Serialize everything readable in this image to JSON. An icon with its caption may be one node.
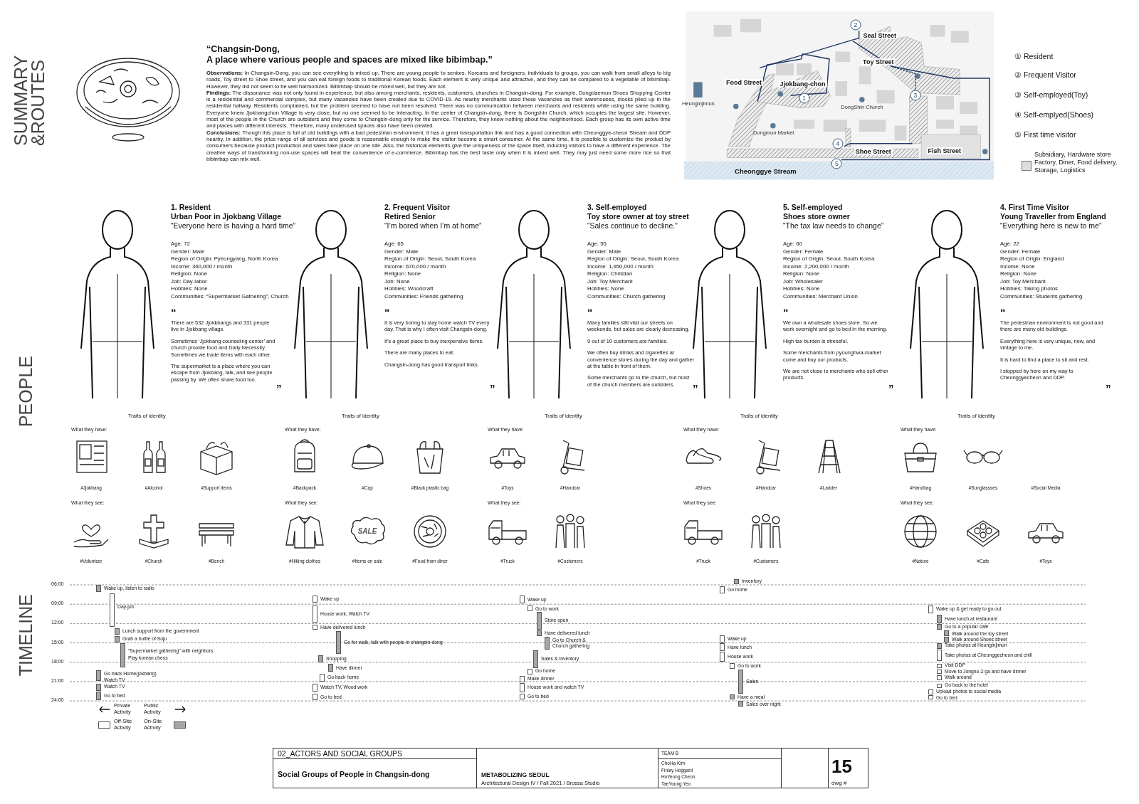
{
  "diagram": {
    "labels": [
      "SUMMARY &ROUTES",
      "“Changsin-Dong,",
      "A place where various people and spaces are mixed like bibimbap.”",
      "**Observations:** In Changsin-Dong, you can see everything is mixed up. There are young people to seniors, Koreans and foreigners, individuals to groups, you can walk from small alleys to big roads, Toy street to Shoe street, and you can eat foreign foods to traditional Korean foods. Each element is very unique and attractive, and they can be compared to a vegetable of bibimbap. However, they did not seem to be well harmonized. Bibimbap should be mixed well, but they are not.",
      "**Findings:** The dissonance was not only found in experience, but also among merchants, residents, customers, churches in Changsin-dong. For example, Dongdaemun Shoes Shopping Center is a residential and commercial complex, but many vacancies have been created due to COVID-19. As nearby merchants used these vacancies as their warehouses, stocks piled up in the residential hallway. Residents complained, but the problem seemed to have not been resolved. There was no communication between merchants and residents while using the same building. Everyone knew Jjokbangchon Village is very close, but no one seemed to be interacting. In the center of Changsin-dong, there is Dongshin Church, which occupies the largest site. However, most of the people in the Church are outsiders and they come to Changsin-dong only for the service. Therefore, they knew nothing about the neighborhood. Each group has its own active time and places with different interests. Therefore, many underused spaces also have been created.",
      "**Conclusions:** Though this place is full of old buildings with a bad pedestrian environment, it has a great transportation link and has a good connection with Cheonggye-cheon Stream and DDP nearby. In addition, the price range of all services and goods is reasonable enough to make the visitor become a smart consumer. At the same time, it is possible to customize the product by consumers because product production and sales take place on one site. Also, the historical elements give the uniqueness of the space itself, inducing visitors to have a different experience. The creative ways of transforming non-use spaces will beat the convenience of e-commerce. Bibimbap has the best taste only when it is mixed well. They may just need some more rice so that bibimbap can mix well.",
      "2",
      "Seal Street",
      "Toy Street",
      "Food Street",
      "Jjokbang-chon",
      "1",
      "Heunginjimun",
      "DongShin Church",
      "3",
      "Dongmun Market",
      "4",
      "Shoe Street",
      "Fish Street",
      "5",
      "Cheonggye Stream",
      "① Resident",
      "② Frequent Visitor",
      "③ Self-employed(Toy)",
      "④ Self-emplyed(Shoes)",
      "⑤ First time visitor",
      "PEOPLE",
      "1. Resident",
      "Urban Poor in Jjokbang Village",
      "“Everyone here is having a hard time”",
      "Age: 72",
      "Gender: Male",
      "Region of Origin: Pyeongyang, North Korea",
      "Income: 360,000 / month",
      "Religion: None",
      "Job: Day-labor",
      "Hobbies: None",
      "Communities: “Supermarket Gathering”, Church",
      "“",
      "There are 532 Jjokkbangs and 331 people live in Jjokbang village.",
      "Sometimes ‘Jjokbang counseling center’ and church provide food and Daily Necessity. Sometimes we trade items with each other.",
      "The supermarket is a place where you can escape from Jjokbang, talk, and see people passing by. We often share food too.",
      "”",
      "2. Frequent Visitor",
      "Retired Senior",
      "“I’m bored when I’m at home”",
      "Age: 65",
      "Gender: Male",
      "Region of Origin: Seoul, South Korea",
      "Income: 670,000 / month",
      "Religion: None",
      "Job: None",
      "Hobbies: Woodcraft",
      "Communities: Friends gathering",
      "“",
      "It is very boring to stay home watch TV every day. That is why I often visit Changsin-dong.",
      "It’s a great place to buy inexpensive items.",
      "There are many places to eat.",
      "Changsin-dong has good transport links.",
      "”",
      "3. Self-employed",
      "Toy store owner at toy street",
      "“Sales continue to decline.”",
      "Age: 55",
      "Gender: Male",
      "Region of Origin: Seoul, South Korea",
      "Income: 1,950,000 / month",
      "Religion: Christian",
      "Job: Toy Merchant",
      "Hobbies: None",
      "Communities: Church gathering",
      "“",
      "Many families still visit our streets on weekends, but sales are clearly decreasing.",
      "9 out of 10 customers are families.",
      "We often buy drinks and cigarettes at convenience stores during the day and gather at the table in front of them.",
      "Some merchants go to the church, but most of the church members are outsiders.",
      "”",
      "5. Self-employed",
      "Shoes store owner",
      "“The tax law needs to change”",
      "Age: 60",
      "Gender: Female",
      "Region of Origin: Seoul, South Korea",
      "Income: 2,200,000 / month",
      "Religion: None",
      "Job: Wholesaler",
      "Hobbies: None",
      "Communities: Merchant Union",
      "“",
      "We own a wholesale shoes store. So we work overnight and go to bed in the morning.",
      "High tax burden is stressful.",
      "Some merchants from pyounghwa-market come and buy our products.",
      "We are not close to merchants who sell other products.",
      "”",
      "4. First Time Visitor",
      "Young Traveller from England",
      "“Everything here is new to me”",
      "Age: 22",
      "Gender: Female",
      "Region of Origin: England",
      "Income: None",
      "Religion: None",
      "Job: Toy Merchant",
      "Hobbies: Taking photos",
      "Communities: Students gathering",
      "“",
      "The pedestrian environment is not good and there are many old buildings.",
      "Everything here is very unique, new, and vintage to me.",
      "It is hard to find a place to sit and rest.",
      "I stopped by here on my way to Cheonggyecheon and DDP.",
      "”",
      "Traits of identity",
      "What they have:",
      "#Jjokbang",
      "#Alcohol",
      "#Support items",
      "What they see:",
      "#Volunteer",
      "#Church",
      "#Bench",
      "Traits of identity",
      "What they have:",
      "#Backpack",
      "#Cap",
      "#Black plastic bag",
      "What they see:",
      "#Hiking clothes",
      "SALE",
      "#Items on sale",
      "#Food from diner",
      "Traits of identity",
      "What they have:",
      "#Toys",
      "#Handcar",
      "What they see:",
      "#Truck",
      "#Customers",
      "Traits of identity",
      "What they have:",
      "#Shoes",
      "#Handcar",
      "#Ladder",
      "What they see:",
      "#Truck",
      "#Customers",
      "Traits of identity",
      "What they have:",
      "#Handbag",
      "#Sunglassses",
      "#Social Media",
      "What they see:",
      "#Nature",
      "#Cafe",
      "#Toys",
      "TIMELINE",
      "06:00",
      "09:00",
      "12:00",
      "15:00",
      "18:00",
      "21:00",
      "24:00",
      "Wake up, listen to radio",
      "Day-job",
      "Lunch support from the government",
      "Grab a bottle of Soju",
      "“Supermarket gathering” with neighbors",
      "Play korean chess",
      "Go back Home(jokbang)",
      "Watch TV",
      "Watch TV",
      "Go to bed",
      "Wake up",
      "House work, Watch TV",
      "Have delivered lunch",
      "Go for walk, talk with people in changsin-dong",
      "Shopping",
      "Have dinner",
      "Go back home",
      "Watch TV, Wood work",
      "Go to bed",
      "Wake up",
      "Go to work",
      "Store open",
      "Have delivered lunch",
      "Go to Church & Church gathering",
      "Sales & Inventory",
      "Go home",
      "Make dinner",
      "House work and watch TV",
      "Go to bed",
      "Inventory",
      "Go home",
      "Wake up",
      "Have lunch",
      "House work",
      "Go to work",
      "Sales",
      "Have a meal",
      "Sales over night",
      "Wake up & get ready to go out",
      "Have lunch at restaurant",
      "Go to a popular cafe",
      "Walk around the toy street",
      "Walk around Shoes street",
      "Take photos at Heunginjimun",
      "Take photos at Cheunggecheon and chill",
      "Visit DDP",
      "Move to Jongno 2-ga and have dinner",
      "Walk around",
      "Go back to the hotel",
      "Upload photos to social media",
      "Go to bed",
      "Private Activity",
      "Public Activity",
      "02_ACTORS AND SOCIAL GROUPS",
      "Social Groups of People in Changsin-dong",
      "METABOLIZING SEOUL",
      "Architectural Design IV / Fall 2021 / Brossa Studio",
      "TEAM B",
      "ChoHa Kim",
      "Finley Hoggard",
      "HoYeong Cheon",
      "TaeYoung Yeo",
      "15",
      "dwg #"
    ],
    "legend": [
      {
        "text": "Subsidiary, Hardware store Factory, Diner, Food delivery, Storage, Logistics",
        "color": "#dddddd"
      },
      {
        "text": "Off-Site Activity",
        "color": "#ffffff"
      },
      {
        "text": "On-Site Activity",
        "color": "#a6a6a6"
      }
    ]
  }
}
